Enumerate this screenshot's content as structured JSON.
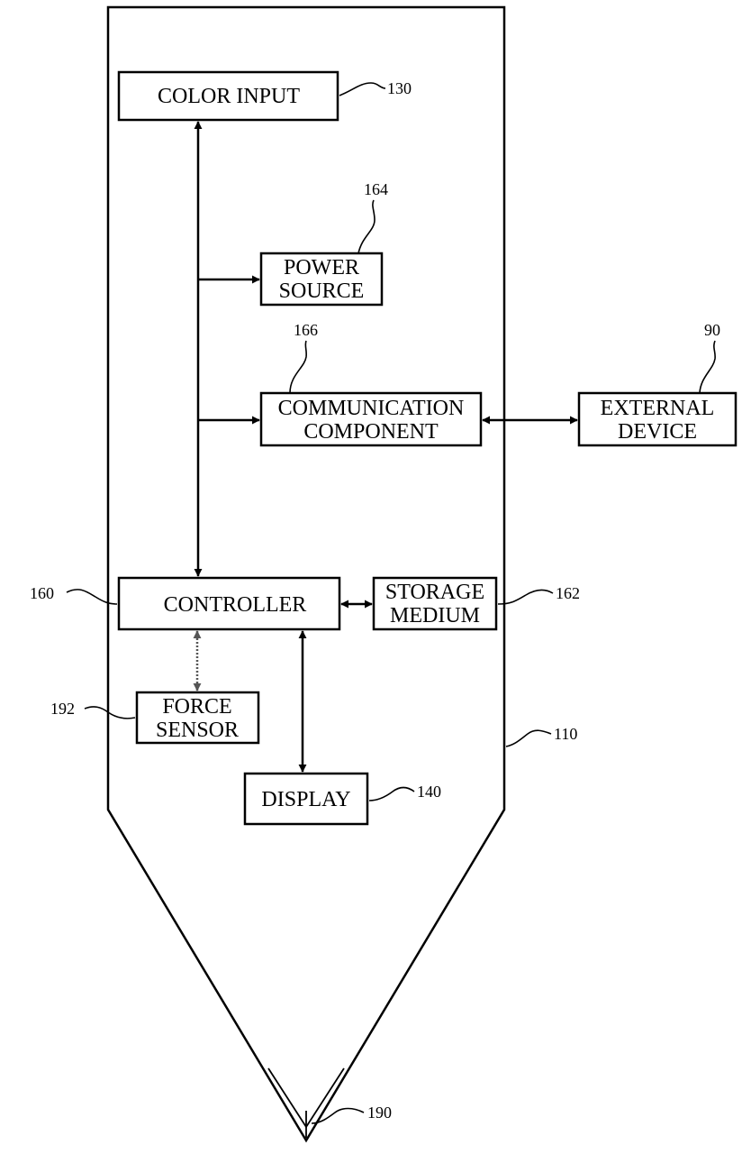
{
  "diagram": {
    "stroke_color": "#000000",
    "background": "#ffffff",
    "boxes": {
      "color_input": {
        "lines": [
          "COLOR INPUT"
        ]
      },
      "power_source": {
        "lines": [
          "POWER",
          "SOURCE"
        ]
      },
      "communication": {
        "lines": [
          "COMMUNICATION",
          "COMPONENT"
        ]
      },
      "external_device": {
        "lines": [
          "EXTERNAL",
          "DEVICE"
        ]
      },
      "controller": {
        "lines": [
          "CONTROLLER"
        ]
      },
      "storage_medium": {
        "lines": [
          "STORAGE",
          "MEDIUM"
        ]
      },
      "force_sensor": {
        "lines": [
          "FORCE",
          "SENSOR"
        ]
      },
      "display": {
        "lines": [
          "DISPLAY"
        ]
      }
    },
    "refs": {
      "color_input": "130",
      "power_source": "164",
      "communication": "166",
      "external_device": "90",
      "controller": "160",
      "storage_medium": "162",
      "force_sensor": "192",
      "housing": "110",
      "display": "140",
      "tip": "190"
    }
  }
}
